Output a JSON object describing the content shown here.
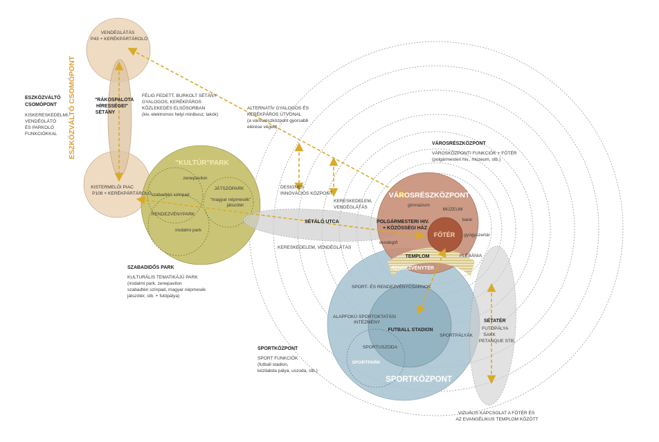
{
  "vertical_title": "ESZKÖZVÁLTÓ CSOMÓPONT",
  "colors": {
    "beige": "#e9cfae",
    "olive": "#c6c06a",
    "terracotta": "#c78f78",
    "brown": "#a9583c",
    "blue": "#a9c4d2",
    "grey": "#c8c8c8",
    "arrow": "#d9aa2a",
    "gold_text": "#d9a13a"
  },
  "nodes": {
    "vendeglatas_top": [
      "VENDÉGLÁTÁS",
      "P43 + KERÉKPÁRTÁROLÓ"
    ],
    "kistermeloi": [
      "KISTERMELŐI PIAC",
      "P108 + KERÉKPÁRTÁROLÓ"
    ],
    "rakospalota_title": [
      "\"RÁKOSPALOTA",
      "HÍRESSÉGEI\"",
      "SÉTÁNY"
    ],
    "rakospalota_desc": [
      "FÉLIG FEDETT, BURKOLT SÉTÁNY",
      "GYALOGOS, KERÉKPÁROS",
      "KÖZLEKEDÉS ELSŐSORBAN",
      "(kiv. elektromos helyi minibusz, lakók)"
    ],
    "eszkozvalto_title": [
      "ESZKÖZVÁLTÓ",
      "CSOMÓPONT"
    ],
    "eszkozvalto_desc": [
      "KISKERESKEDELMI,",
      "VENDÉGLÁTÓ",
      "ÉS PARKOLÓ",
      "FUNKCIÓKKAL"
    ],
    "alternativ": [
      "ALTERNATÍV GYALOGOS ÉS",
      "KERÉKPÁROS ÚTVONAL",
      "(a városrészközpont gyorsabb",
      "elérése végett)"
    ],
    "kultur_park": "\"KULTÚR\"PARK",
    "zenepavilon": "zenepavilon",
    "jatszopark": "JÁTSZÓPARK",
    "szabadteri": "szabadtéri színpad",
    "magyar_nepmesek": [
      "\"magyar népmesék\"",
      "játszótér"
    ],
    "rendezvenypark": "RENDEZVÉNYPARK",
    "irodalmi_park": "irodalmi park",
    "szabadidos_title": "SZABADIDŐS PARK",
    "szabadidos_desc": [
      "KULTURÁLIS TEMATIKÁJÚ PARK",
      "(irodalmi park, zenepavilon",
      "szabadtéri színpad, magyar népmesék",
      "játszótér, stb. + futópálya)"
    ],
    "designes": [
      "DESIGNES",
      "INNOVÁCIÓS KÖZPONT"
    ],
    "kereskedelem_upper": [
      "KERESKEDELEM,",
      "VENDÉGLÁTÁS"
    ],
    "kereskedelem_lower": "KERESKEDELEM, VENDÉGLÁTÁS",
    "setalo_utca": "SÉTÁLÓ UTCA",
    "varosreszkozpont_title": "VÁROSRÉSZKÖZPONT",
    "varosreszkozpont_desc": [
      "VÁROSKÖZPONTI FUNKCIÓK + FŐTÉR",
      "(polgármesteri hiv., múzeum, stb.)"
    ],
    "varosreszkozpont_big": "VÁROSRÉSZKÖZPONT",
    "gimnazium": "gimnázium",
    "muzeum": "MÚZEUM",
    "polgarmesteri": [
      "POLGÁRMESTERI HIV.",
      "+ KÖZÖSSÉGI HÁZ"
    ],
    "bank": "bank",
    "foter": "FŐTÉR",
    "gyogyszertar": "gyógyszertár",
    "vendeglo": "vendéglő",
    "templom": "TEMPLOM",
    "plebania": "PLÉBÁNIA",
    "rendezvenyter": "RENDEZVÉNYTÉR",
    "sport_rendezvenycsarnok": "SPORT- ÉS RENDEZVÉNYCSARNOK",
    "alapfoku": [
      "ALAPFOKÚ SPORTOKTATÁSI",
      "INTÉZMÉNY"
    ],
    "futball": "FUTBALL STADION",
    "sportpalyak": "SPORTPÁLYÁK",
    "sportuszoda": "SPORTUSZODA",
    "sportpark": "SPORTPARK",
    "sportkozpont_big": "SPORTKÖZPONT",
    "setater_title": "SÉTATÉR",
    "setater_desc": [
      "FUTÓPÁLYA",
      "SAKK",
      "PETANQUE STB."
    ],
    "sportkozpont_title": "SPORTKÖZPONT",
    "sportkozpont_desc": [
      "SPORT FUNKCIÓK",
      "(futball stadion,",
      "kézilabda pálya, uszoda, stb.)"
    ],
    "vizualis": [
      "VIZUÁLIS KAPCSOLAT A FŐTÉR ÉS",
      "AZ EVANGÉLIKUS TEMPLOM KÖZÖTT"
    ]
  }
}
